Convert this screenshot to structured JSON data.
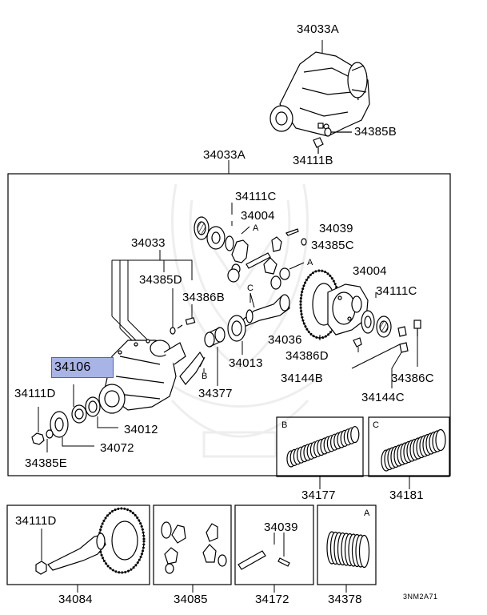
{
  "labels": {
    "top_assembly": "34033A",
    "top_nut": "34385B",
    "top_bolt": "34111B",
    "main_assembly": "34033A",
    "l_34111C_a": "34111C",
    "l_34004_a": "34004",
    "l_34039": "34039",
    "l_34385C": "34385C",
    "l_34033": "34033",
    "l_34385D": "34385D",
    "l_34386B": "34386B",
    "l_34004_b": "34004",
    "l_34111C_b": "34111C",
    "l_34036": "34036",
    "l_34386D": "34386D",
    "l_34013": "34013",
    "l_34144B": "34144B",
    "l_34386C": "34386C",
    "l_34144C": "34144C",
    "l_34377": "34377",
    "l_34106": "34106",
    "l_34111D": "34111D",
    "l_34012": "34012",
    "l_34072": "34072",
    "l_34385E": "34385E",
    "l_34177": "34177",
    "l_34181": "34181",
    "l_34111D_b": "34111D",
    "l_34039_b": "34039",
    "l_34084": "34084",
    "l_34085": "34085",
    "l_34172": "34172",
    "l_34378": "34378",
    "diagram_code": "3NM2A71"
  },
  "callouts": {
    "a1": "A",
    "a2": "A",
    "a3": "A",
    "b1": "B",
    "b2": "B",
    "c1": "C",
    "c2": "C"
  }
}
